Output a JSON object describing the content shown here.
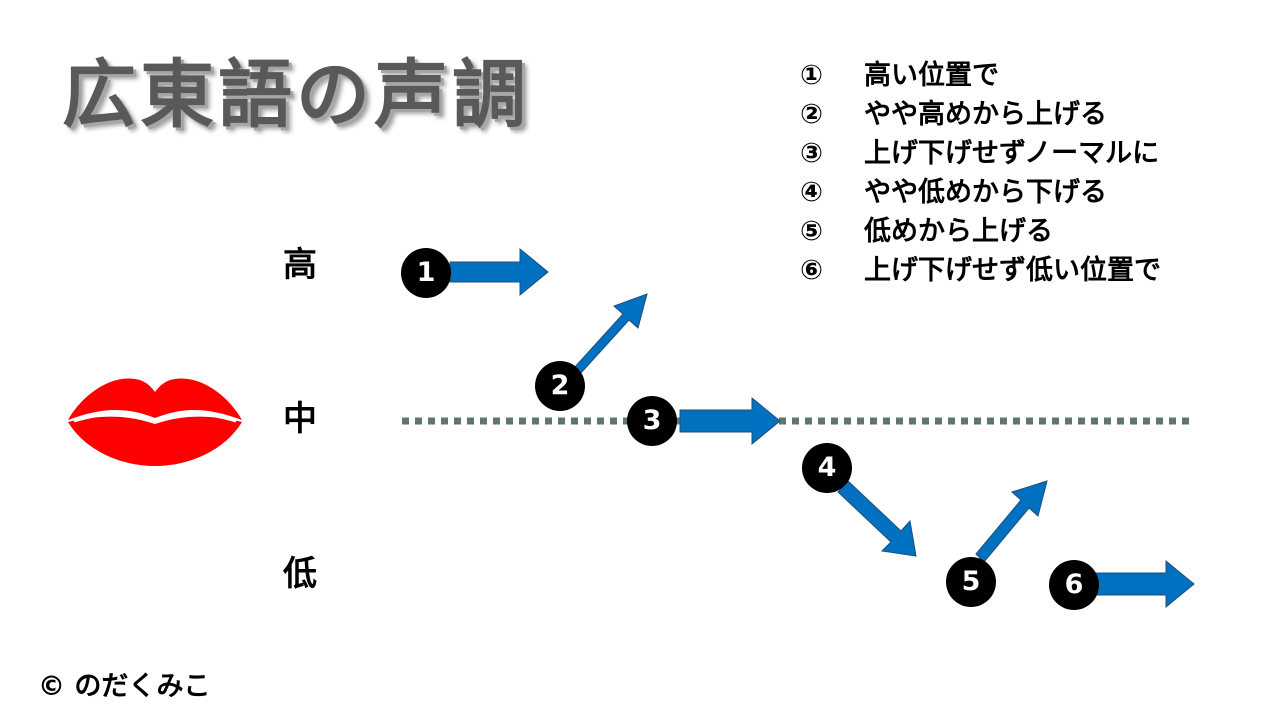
{
  "title": "広東語の声調",
  "legend": [
    {
      "num": "①",
      "text": "高い位置で"
    },
    {
      "num": "②",
      "text": "やや高めから上げる"
    },
    {
      "num": "③",
      "text": "上げ下げせずノーマルに"
    },
    {
      "num": "④",
      "text": "やや低めから下げる"
    },
    {
      "num": "⑤",
      "text": "低めから上げる"
    },
    {
      "num": "⑥",
      "text": "上げ下げせず低い位置で"
    }
  ],
  "levels": {
    "high": "高",
    "mid": "中",
    "low": "低"
  },
  "tones": [
    {
      "label": "1",
      "direction": "level",
      "pitch": "high"
    },
    {
      "label": "2",
      "direction": "rising",
      "pitch": "mid-to-high"
    },
    {
      "label": "3",
      "direction": "level",
      "pitch": "mid"
    },
    {
      "label": "4",
      "direction": "falling",
      "pitch": "below-mid-to-low"
    },
    {
      "label": "5",
      "direction": "rising",
      "pitch": "low-to-below-mid"
    },
    {
      "label": "6",
      "direction": "level",
      "pitch": "low"
    }
  ],
  "colors": {
    "arrow": "#0070C0",
    "dotted_line": "#5F7570",
    "lips": "#FF0000",
    "title": "#595959",
    "circle": "#000000"
  },
  "icons": {
    "mouth": "lips-icon"
  },
  "copyright": "© のだくみこ"
}
